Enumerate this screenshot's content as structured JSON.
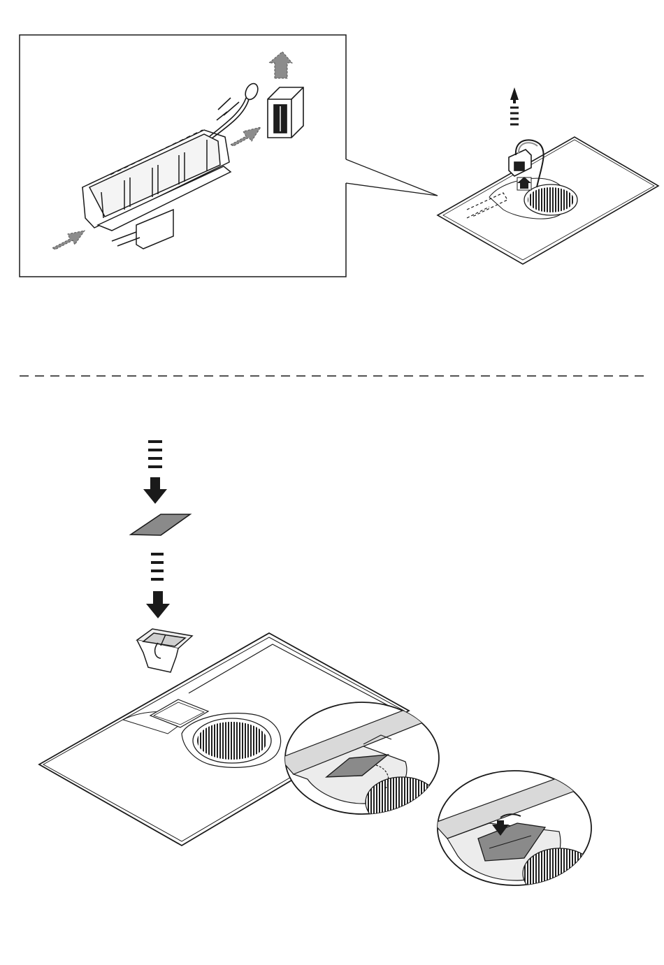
{
  "figure": {
    "kind": "installation-illustration",
    "text_labels": [],
    "colors": {
      "line": "#1a1a1a",
      "arrow_grey": "#8c8c8c",
      "plate_grey": "#8a8a8a",
      "highlight": "#d9d9d9",
      "fan_dark": "#1e1e1e"
    }
  },
  "steps": [
    {
      "panel": "upper",
      "scenes": [
        {
          "name": "filter-cassette-detail",
          "arrows": [
            "arrow-in-left",
            "arrow-in-right",
            "arrow-up-out"
          ],
          "icons": [
            "filter-housing-icon",
            "filter-box-icon",
            "cable-icon"
          ]
        },
        {
          "name": "hob-overview",
          "arrows": [
            "arrow-up-lift"
          ],
          "icons": [
            "hob-icon",
            "extraction-fan-icon",
            "connector-icon"
          ]
        }
      ]
    },
    {
      "panel": "lower",
      "scenes": [
        {
          "name": "insert-cover-and-box",
          "arrows": [
            "arrow-down-plate",
            "arrow-down-box"
          ],
          "icons": [
            "cover-plate-icon",
            "box-icon"
          ]
        },
        {
          "name": "hob-with-recess",
          "icons": [
            "hob-icon",
            "extraction-fan-icon"
          ]
        },
        {
          "name": "zoom-detail-1",
          "icons": [
            "cover-plate-icon",
            "fan-icon",
            "curved-arrow-icon"
          ]
        },
        {
          "name": "zoom-detail-2",
          "icons": [
            "cover-plate-icon",
            "fan-icon",
            "curved-arrow-icon"
          ]
        }
      ]
    }
  ]
}
